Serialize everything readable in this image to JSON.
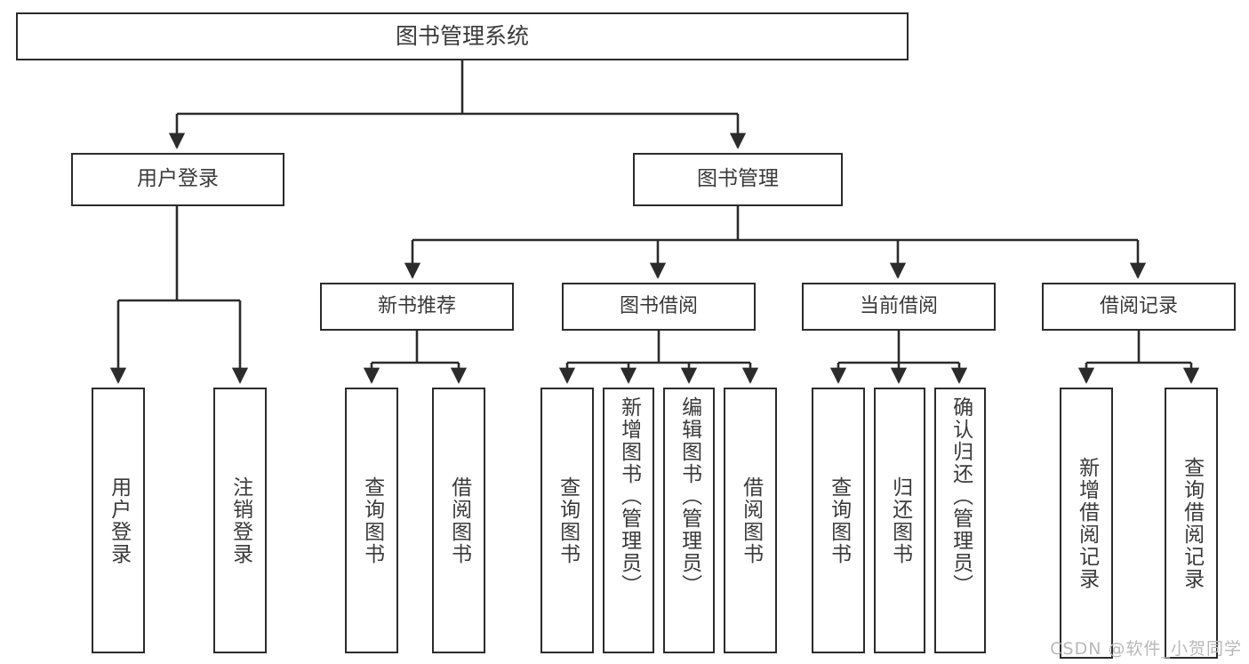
{
  "diagram": {
    "title": "图书管理系统",
    "type": "tree-hierarchy-chart",
    "line_color": "#2b2b2b",
    "text_color": "#3a3a3a",
    "background_color": "#ffffff"
  },
  "nodes": {
    "root": {
      "label": "图书管理系统"
    },
    "level2": [
      {
        "label": "用户登录"
      },
      {
        "label": "图书管理"
      }
    ],
    "level3": [
      {
        "label": "新书推荐"
      },
      {
        "label": "图书借阅"
      },
      {
        "label": "当前借阅"
      },
      {
        "label": "借阅记录"
      }
    ],
    "leaves": {
      "user_login": [
        {
          "label": "用户登录"
        },
        {
          "label": "注销登录"
        }
      ],
      "new_book_recommend": [
        {
          "label": "查询图书"
        },
        {
          "label": "借阅图书"
        }
      ],
      "book_borrow": [
        {
          "label": "查询图书"
        },
        {
          "label": "新增图书（管理员）"
        },
        {
          "label": "编辑图书（管理员）"
        },
        {
          "label": "借阅图书"
        }
      ],
      "current_borrow": [
        {
          "label": "查询图书"
        },
        {
          "label": "归还图书"
        },
        {
          "label": "确认归还（管理员）"
        }
      ],
      "borrow_record": [
        {
          "label": "新增借阅记录"
        },
        {
          "label": "查询借阅记录"
        }
      ]
    }
  },
  "watermark": {
    "text": "CSDN @软件_小贺同学"
  }
}
